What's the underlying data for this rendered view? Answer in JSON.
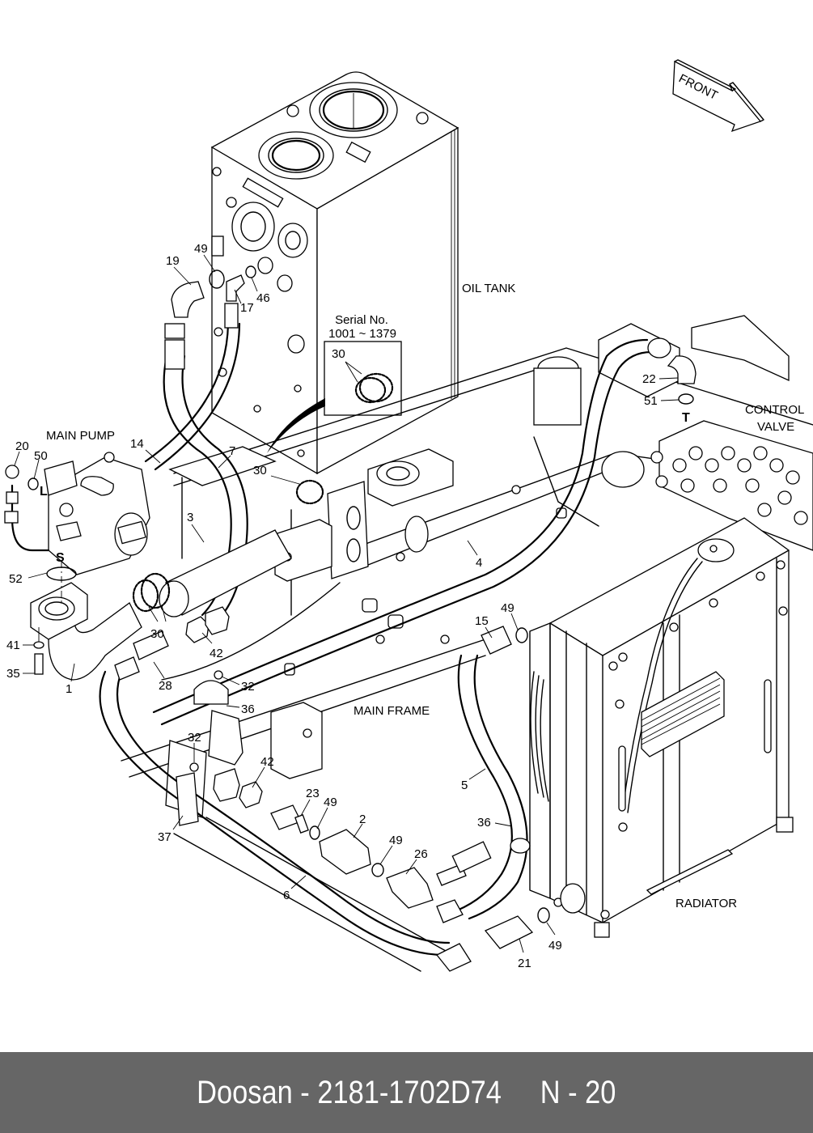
{
  "footer": {
    "brand": "Doosan",
    "part_number": "2181-1702D74",
    "page": "N - 20",
    "text": "Doosan - 2181-1702D74     N - 20"
  },
  "direction_arrow": {
    "label": "FRONT"
  },
  "components": {
    "oil_tank": "OIL TANK",
    "main_pump": "MAIN PUMP",
    "control_valve_line1": "CONTROL",
    "control_valve_line2": "VALVE",
    "main_frame": "MAIN FRAME",
    "radiator": "RADIATOR"
  },
  "inset": {
    "title_line1": "Serial No.",
    "title_line2": "1001 ~ 1379",
    "part": "30"
  },
  "ports": {
    "pump_l": "L",
    "pump_s": "S",
    "valve_t": "T"
  },
  "callouts": [
    {
      "id": "c19",
      "label": "19"
    },
    {
      "id": "c49a",
      "label": "49"
    },
    {
      "id": "c17",
      "label": "17"
    },
    {
      "id": "c46",
      "label": "46"
    },
    {
      "id": "c20",
      "label": "20"
    },
    {
      "id": "c50",
      "label": "50"
    },
    {
      "id": "c14",
      "label": "14"
    },
    {
      "id": "c7",
      "label": "7"
    },
    {
      "id": "c3",
      "label": "3"
    },
    {
      "id": "c30a",
      "label": "30"
    },
    {
      "id": "c52",
      "label": "52"
    },
    {
      "id": "c30b",
      "label": "30"
    },
    {
      "id": "c42a",
      "label": "42"
    },
    {
      "id": "c41",
      "label": "41"
    },
    {
      "id": "c35",
      "label": "35"
    },
    {
      "id": "c1",
      "label": "1"
    },
    {
      "id": "c28",
      "label": "28"
    },
    {
      "id": "c32a",
      "label": "32"
    },
    {
      "id": "c36a",
      "label": "36"
    },
    {
      "id": "c32b",
      "label": "32"
    },
    {
      "id": "c42b",
      "label": "42"
    },
    {
      "id": "c23",
      "label": "23"
    },
    {
      "id": "c49b",
      "label": "49"
    },
    {
      "id": "c2",
      "label": "2"
    },
    {
      "id": "c37",
      "label": "37"
    },
    {
      "id": "c49c",
      "label": "49"
    },
    {
      "id": "c26",
      "label": "26"
    },
    {
      "id": "c6",
      "label": "6"
    },
    {
      "id": "c4",
      "label": "4"
    },
    {
      "id": "c15",
      "label": "15"
    },
    {
      "id": "c49d",
      "label": "49"
    },
    {
      "id": "c5",
      "label": "5"
    },
    {
      "id": "c36b",
      "label": "36"
    },
    {
      "id": "c21",
      "label": "21"
    },
    {
      "id": "c49e",
      "label": "49"
    },
    {
      "id": "c22",
      "label": "22"
    },
    {
      "id": "c51",
      "label": "51"
    }
  ]
}
